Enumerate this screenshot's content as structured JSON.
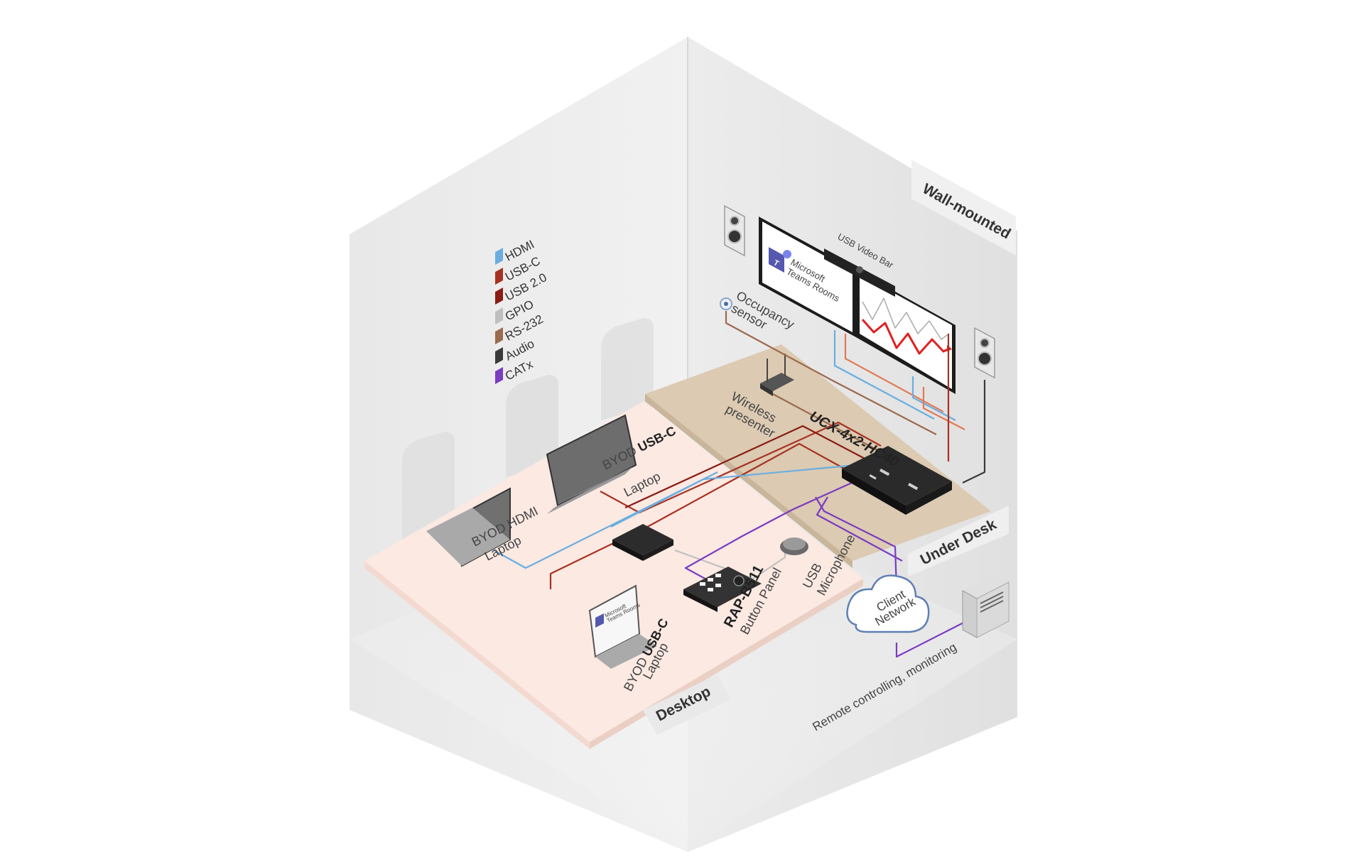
{
  "legend": {
    "items": [
      {
        "label": "HDMI",
        "color": "#6aaee0"
      },
      {
        "label": "USB-C",
        "color": "#a83222"
      },
      {
        "label": "USB 2.0",
        "color": "#8a1c14"
      },
      {
        "label": "GPIO",
        "color": "#bfbfbf"
      },
      {
        "label": "RS-232",
        "color": "#9c6a4e"
      },
      {
        "label": "Audio",
        "color": "#3a3a3a"
      },
      {
        "label": "CATx",
        "color": "#7a3cc0"
      }
    ]
  },
  "zones": {
    "wall": "Wall-mounted",
    "under_desk": "Under Desk",
    "desktop": "Desktop"
  },
  "devices": {
    "video_bar": "USB Video Bar",
    "teams_line1": "Microsoft",
    "teams_line2": "Teams Rooms",
    "occupancy_line1": "Occupancy",
    "occupancy_line2": "sensor",
    "wireless_line1": "Wireless",
    "wireless_line2": "presenter",
    "switcher": "UCX-4x2-HC40",
    "laptop_usbc_top_prefix": "BYOD ",
    "laptop_usbc_top_bold": "USB-C",
    "laptop_usbc_top_line2": "Laptop",
    "laptop_hdmi_line1": "BYOD HDMI",
    "laptop_hdmi_line2": "Laptop",
    "laptop_usbc_bottom_prefix": "BYOD ",
    "laptop_usbc_bottom_bold": "USB-C",
    "laptop_usbc_bottom_line2": "Laptop",
    "panel_model": "RAP-B511",
    "panel_name": "Button Panel",
    "mic_line1": "USB",
    "mic_line2": "Microphone",
    "cloud_line1": "Client",
    "cloud_line2": "Network",
    "remote": "Remote controlling, monitoring"
  },
  "colors": {
    "hdmi": "#6aaee0",
    "usbc": "#a83222",
    "gpio": "#bfbfbf",
    "rs232": "#9c6a4e",
    "audio": "#3a3a3a",
    "catx": "#7a3cc0",
    "desk": "#fbe9e2",
    "under_desk": "#dccab2",
    "wall_left": "#ececec",
    "wall_right": "#e4e4e4"
  }
}
